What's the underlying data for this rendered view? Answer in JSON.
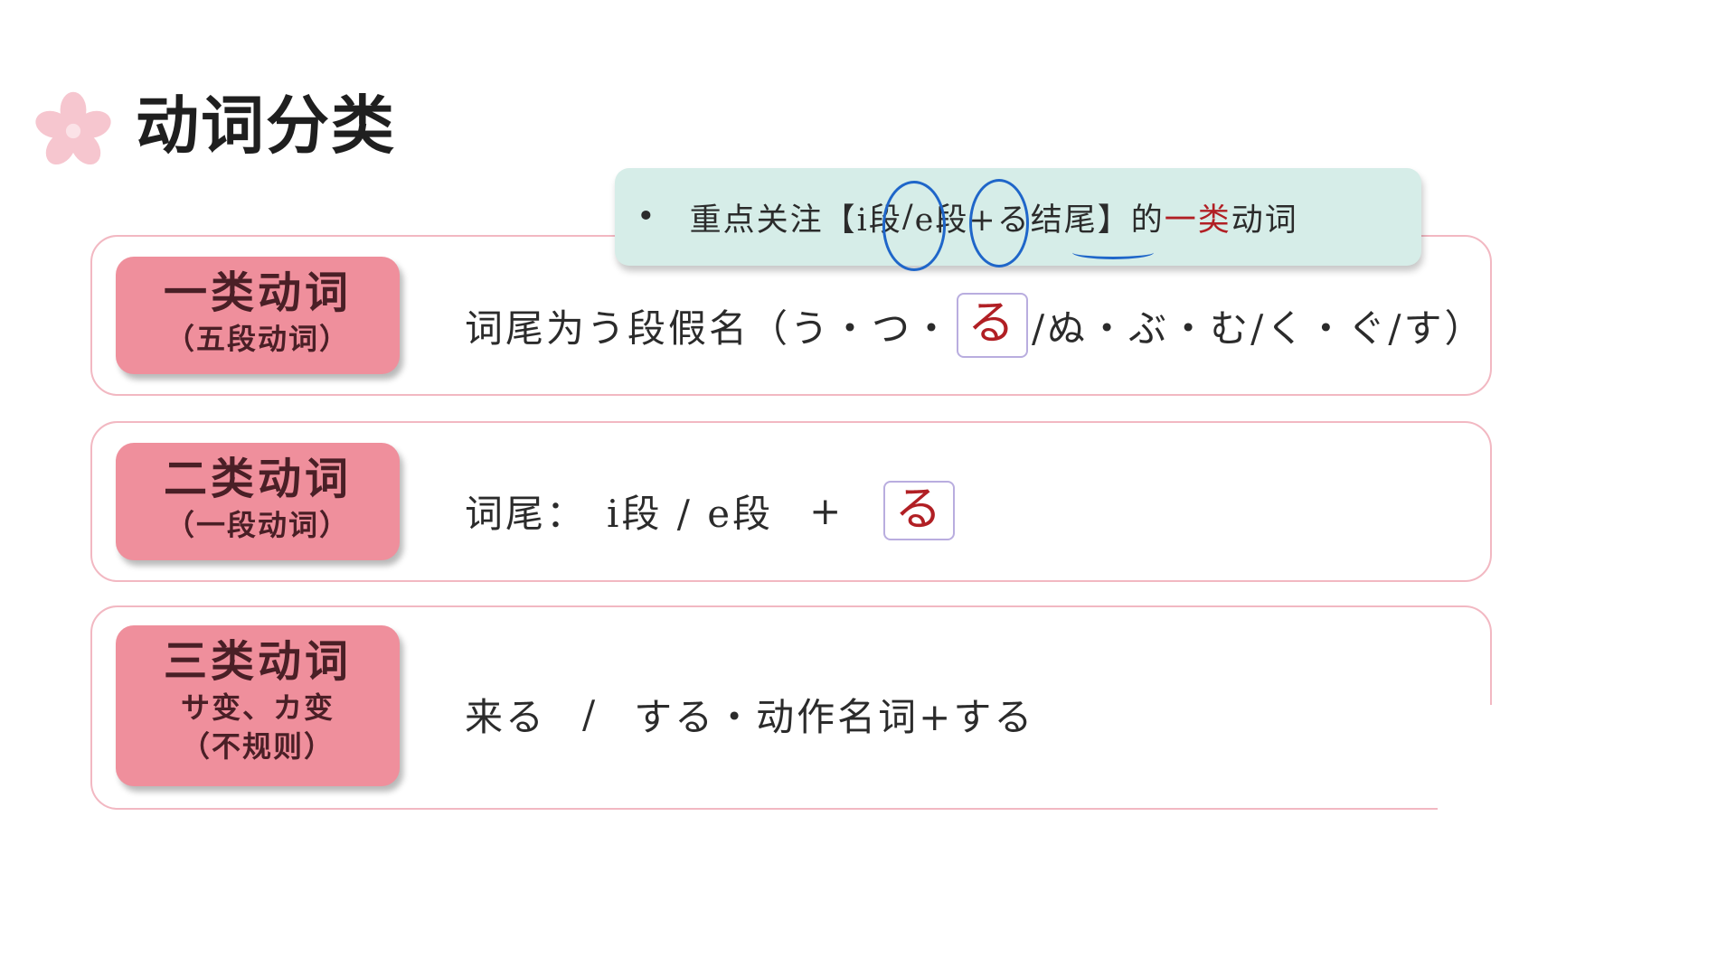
{
  "header": {
    "title": "动词分类",
    "flower_icon": "sakura-flower-icon"
  },
  "note": {
    "bullet": "•",
    "text_before": "重点关注【",
    "i_dan": "i段",
    "slash": "/",
    "e_dan": "e段",
    "plus_ru": " +る结尾",
    "text_after": "】的",
    "highlight": "一类",
    "ending": "动词"
  },
  "rows": [
    {
      "title": "一类动词",
      "subtitle": "（五段动词）",
      "desc_before": "词尾为う段假名（う・つ・",
      "boxed": "る",
      "desc_after": "/ぬ・ぶ・む/く・ぐ/す）"
    },
    {
      "title": "二类动词",
      "subtitle": "（一段动词）",
      "desc_label": "词尾：",
      "desc_main": "i段 / e段",
      "desc_plus": "+",
      "boxed": "る"
    },
    {
      "title": "三类动词",
      "subtitle": "サ变、カ变",
      "subtitle2": "（不规则）",
      "desc_a": "来る",
      "desc_slash": "/",
      "desc_b": "する・动作名词+する"
    }
  ],
  "colors": {
    "badge": "#ef8f9c",
    "border": "#f2b8c2",
    "note_bg": "#d6ede8",
    "accent_red": "#b11f24",
    "marker_blue": "#1f66c9"
  }
}
